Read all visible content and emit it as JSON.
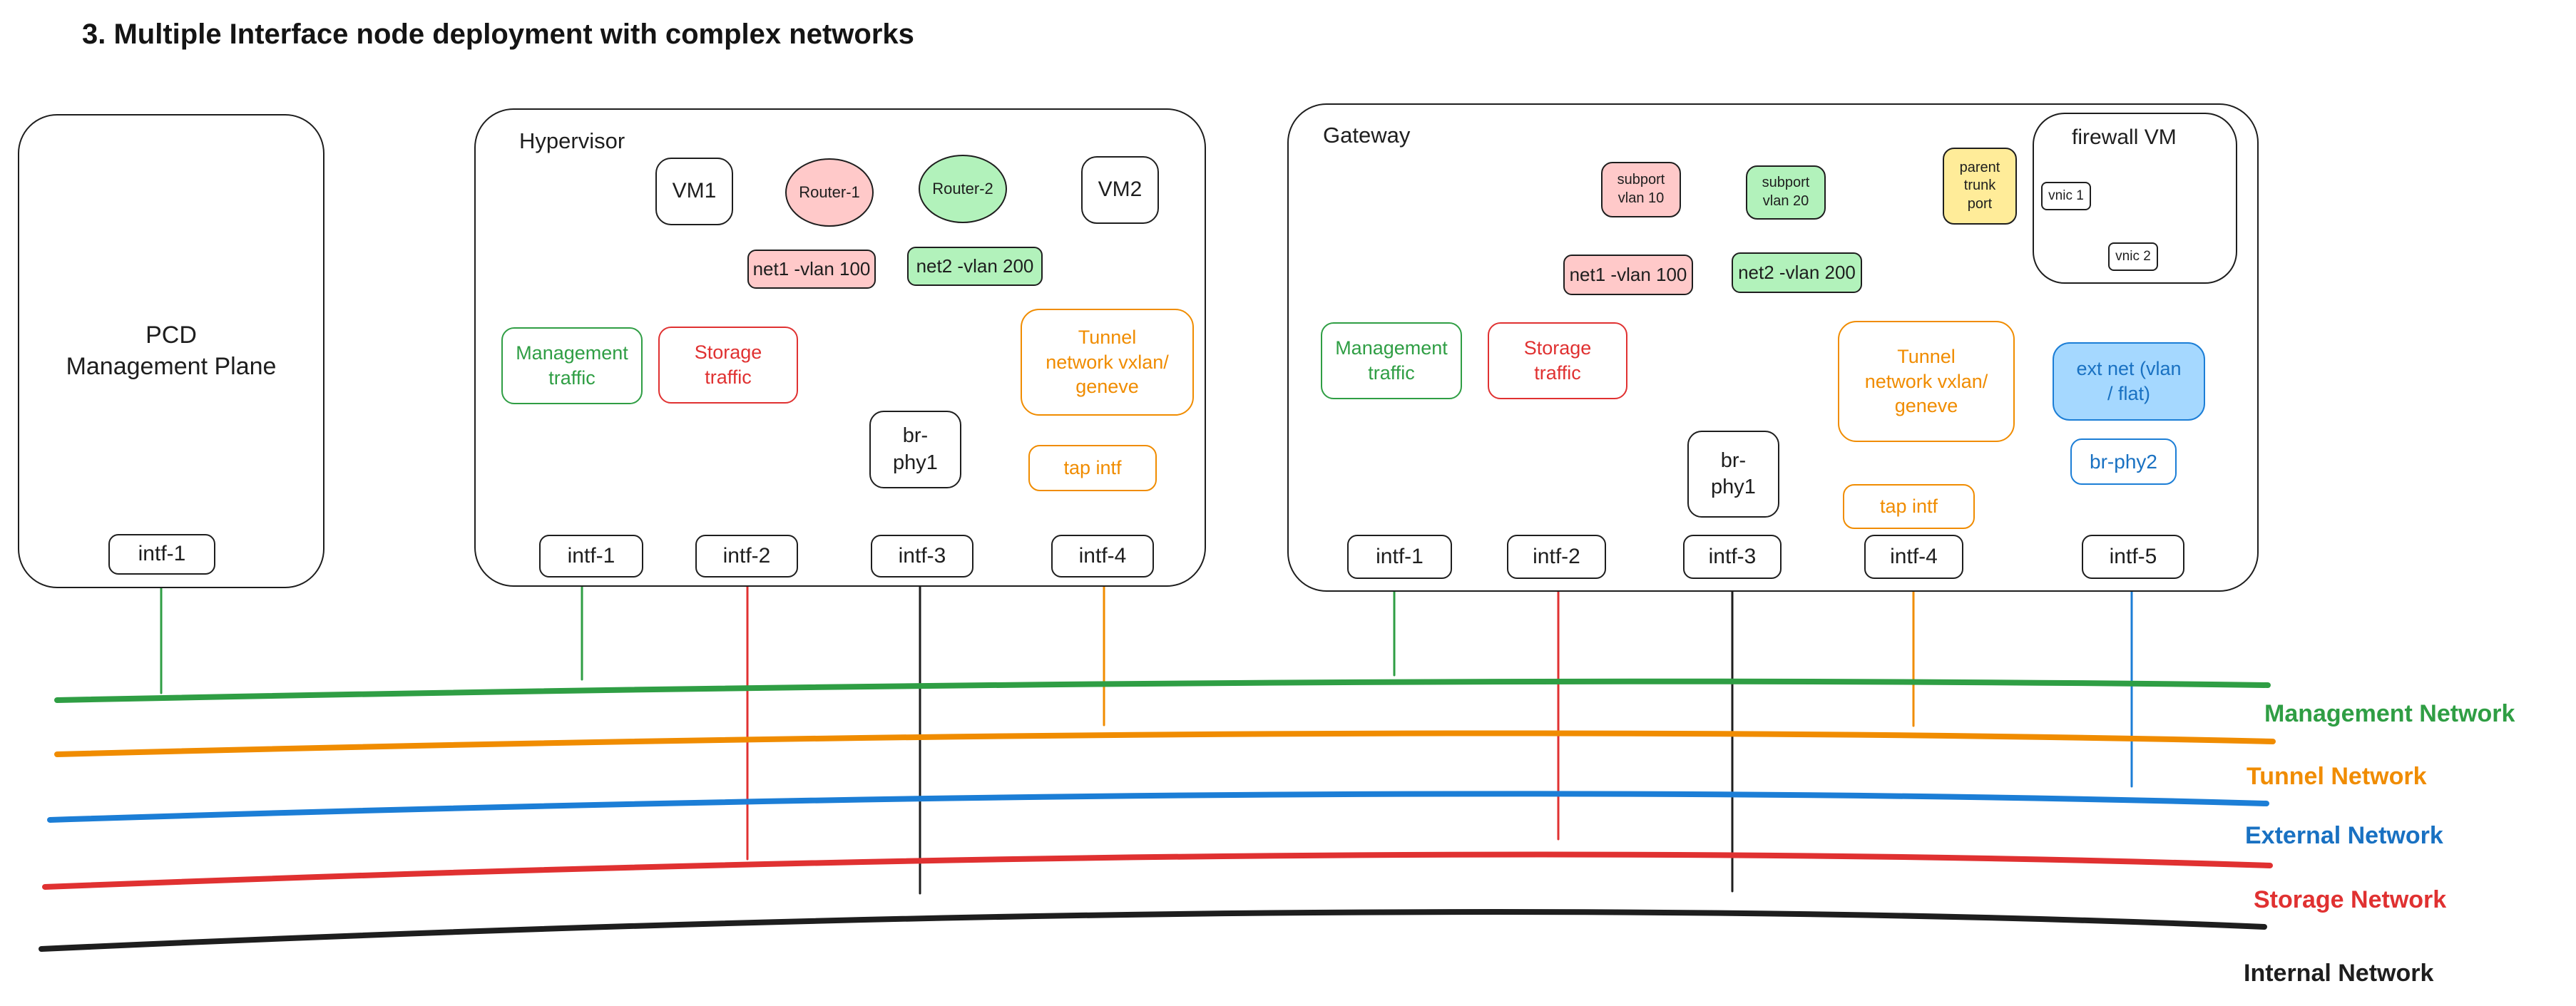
{
  "title": "3. Multiple Interface node deployment with complex networks",
  "colors": {
    "black": "#1e1e1e",
    "green": "#2f9e44",
    "red": "#e03131",
    "orange": "#f08c00",
    "blue": "#1c7ed6",
    "pink_fill": "#ffc9c9",
    "green_fill": "#b2f2bb",
    "yellow_fill": "#ffec99",
    "blue_fill": "#a5d8ff"
  },
  "pcd": {
    "label_line1": "PCD",
    "label_line2": "Management Plane",
    "intf": "intf-1"
  },
  "hypervisor": {
    "label": "Hypervisor",
    "vm1": "VM1",
    "vm2": "VM2",
    "router1": "Router-1",
    "router2": "Router-2",
    "net1": "net1 -vlan 100",
    "net2": "net2 -vlan 200",
    "management": {
      "line1": "Management",
      "line2": "traffic"
    },
    "storage": {
      "line1": "Storage",
      "line2": "traffic"
    },
    "br_phy1": {
      "line1": "br-",
      "line2": "phy1"
    },
    "tunnel": {
      "line1": "Tunnel",
      "line2": "network vxlan/",
      "line3": "geneve"
    },
    "tap_intf": "tap intf",
    "intfs": [
      "intf-1",
      "intf-2",
      "intf-3",
      "intf-4"
    ]
  },
  "gateway": {
    "label": "Gateway",
    "subport10": {
      "line1": "subport",
      "line2": "vlan 10"
    },
    "subport20": {
      "line1": "subport",
      "line2": "vlan 20"
    },
    "parent_trunk": {
      "line1": "parent",
      "line2": "trunk",
      "line3": "port"
    },
    "firewall_vm": "firewall VM",
    "vnic1": "vnic 1",
    "vnic2": "vnic 2",
    "net1": "net1 -vlan 100",
    "net2": "net2 -vlan 200",
    "management": {
      "line1": "Management",
      "line2": "traffic"
    },
    "storage": {
      "line1": "Storage",
      "line2": "traffic"
    },
    "br_phy1": {
      "line1": "br-",
      "line2": "phy1"
    },
    "tunnel": {
      "line1": "Tunnel",
      "line2": "network vxlan/",
      "line3": "geneve"
    },
    "tap_intf": "tap intf",
    "ext_net": {
      "line1": "ext net (vlan",
      "line2": "/ flat)"
    },
    "br_phy2": "br-phy2",
    "intfs": [
      "intf-1",
      "intf-2",
      "intf-3",
      "intf-4",
      "intf-5"
    ]
  },
  "networks": [
    {
      "name": "Management Network",
      "color": "#2f9e44"
    },
    {
      "name": "Tunnel Network",
      "color": "#f08c00"
    },
    {
      "name": "External Network",
      "color": "#1c7ed6"
    },
    {
      "name": "Storage Network",
      "color": "#e03131"
    },
    {
      "name": "Internal Network",
      "color": "#1e1e1e"
    }
  ]
}
